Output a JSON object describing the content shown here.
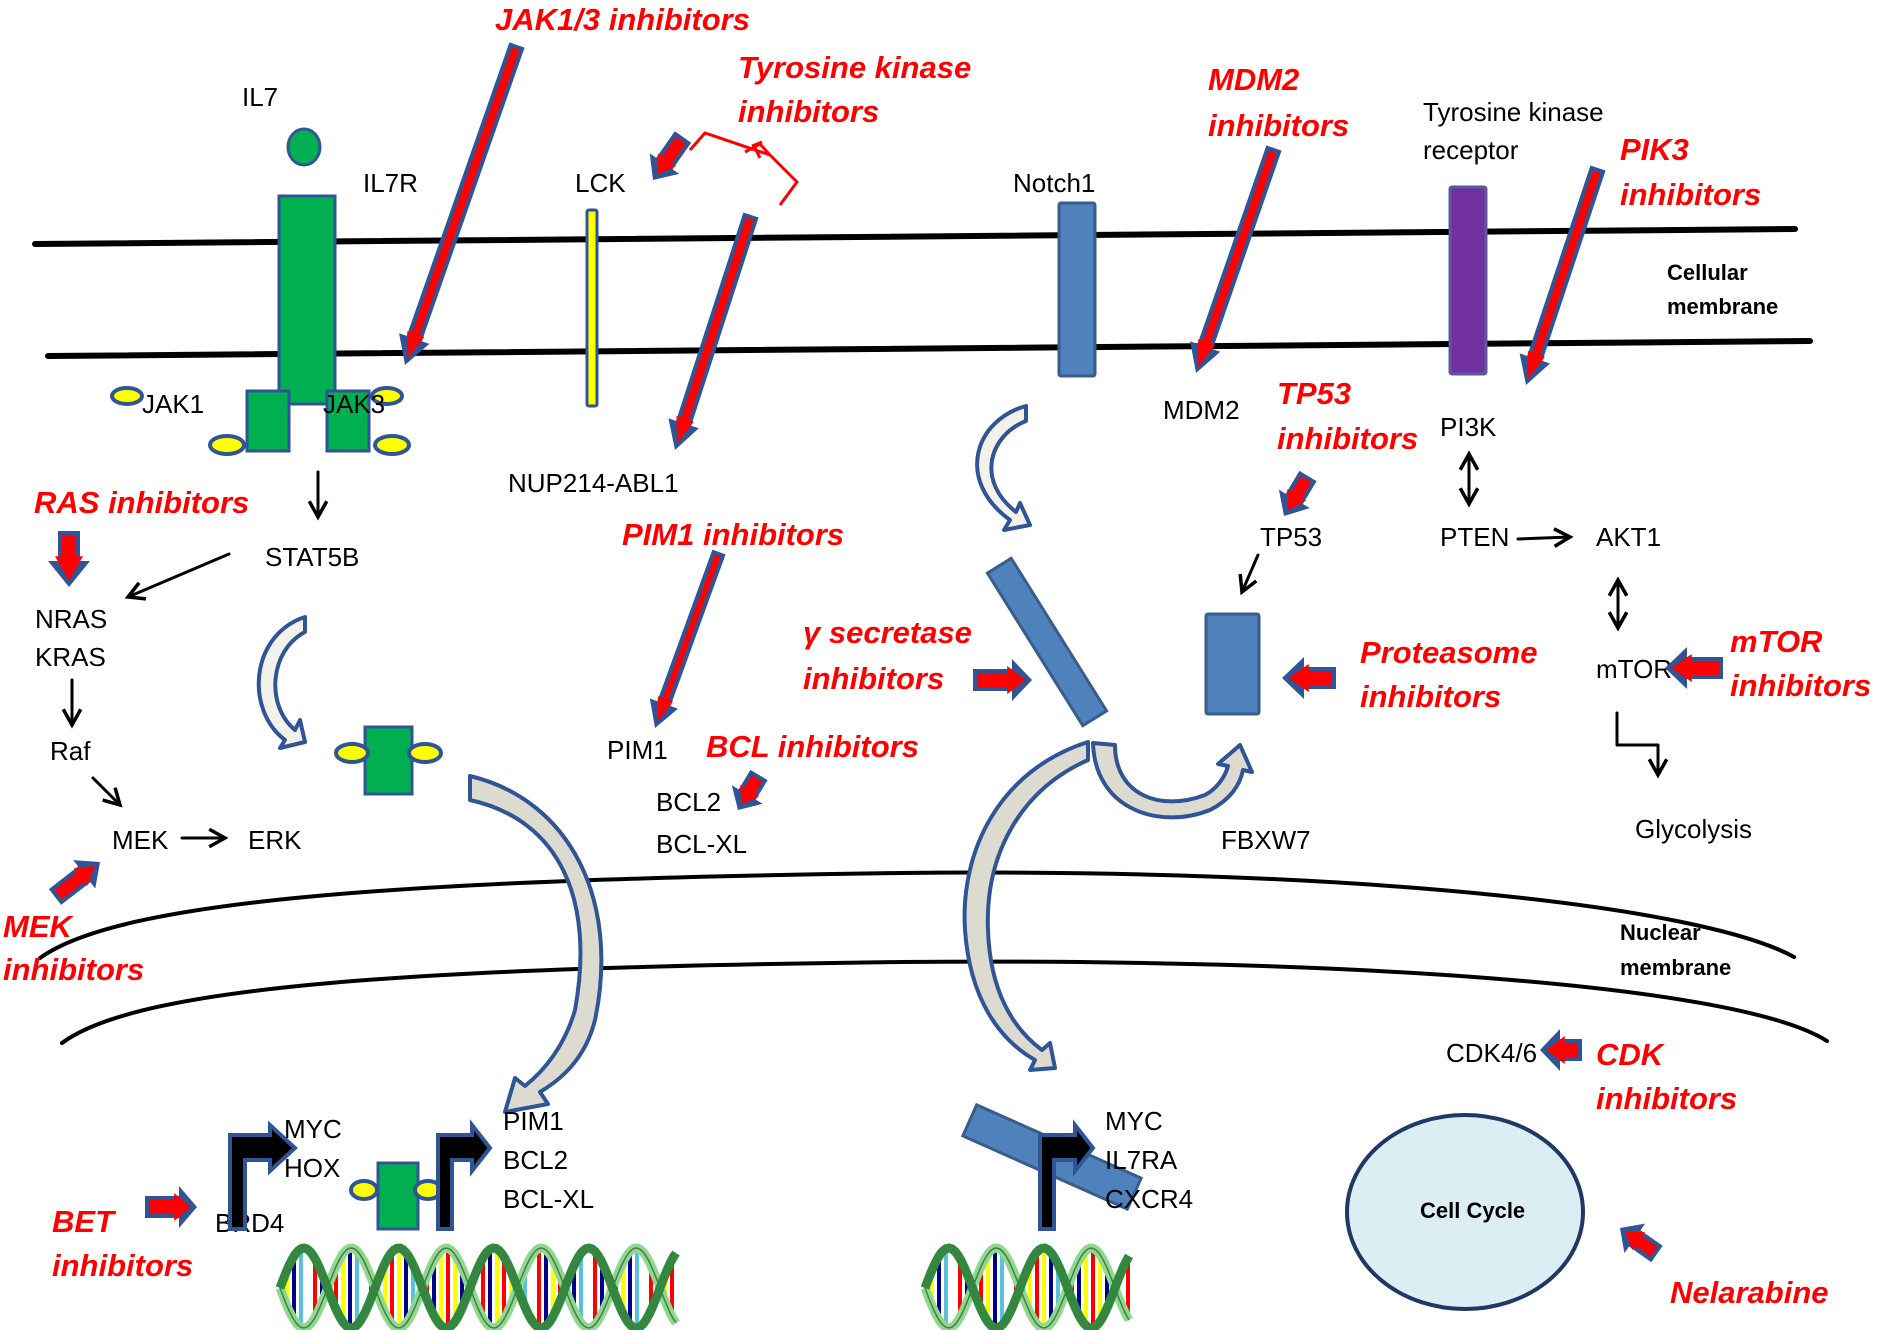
{
  "figure": {
    "title": "T-ALL signaling pathways and targeted inhibitors",
    "compartments": {
      "cellular_membrane_line1": "Cellular",
      "cellular_membrane_line2": "membrane",
      "nuclear_membrane_line1": "Nuclear",
      "nuclear_membrane_line2": "membrane"
    },
    "molecules": {
      "il7": "IL7",
      "il7r": "IL7R",
      "jak1": "JAK1",
      "jak3": "JAK3",
      "lck": "LCK",
      "nup214_abl1": "NUP214-ABL1",
      "notch1": "Notch1",
      "mdm2": "MDM2",
      "rtk_line1": "Tyrosine kinase",
      "rtk_line2": "receptor",
      "pi3k": "PI3K",
      "stat5b": "STAT5B",
      "nras": "NRAS",
      "kras": "KRAS",
      "raf": "Raf",
      "mek": "MEK",
      "erk": "ERK",
      "pim1": "PIM1",
      "bcl2": "BCL2",
      "bclxl": "BCL-XL",
      "tp53": "TP53",
      "pten": "PTEN",
      "akt1": "AKT1",
      "mtor": "mTOR",
      "glycolysis": "Glycolysis",
      "fbxw7": "FBXW7",
      "cdk46": "CDK4/6",
      "cell_cycle": "Cell  Cycle",
      "brd4": "BRD4"
    },
    "target_genes": {
      "promoter1": [
        "MYC",
        "HOX"
      ],
      "promoter2": [
        "PIM1",
        "BCL2",
        "BCL-XL"
      ],
      "promoter3": [
        "MYC",
        "IL7RA",
        "CXCR4"
      ]
    },
    "inhibitors": {
      "jak": "JAK1/3 inhibitors",
      "tki_line1": "Tyrosine  kinase",
      "tki_line2": "inhibitors",
      "mdm2_line1": "MDM2",
      "mdm2_line2": "inhibitors",
      "pik3_line1": "PIK3",
      "pik3_line2": "inhibitors",
      "ras": "RAS inhibitors",
      "pim1": "PIM1 inhibitors",
      "tp53_line1": "TP53",
      "tp53_line2": "inhibitors",
      "gamma_line1": "γ secretase",
      "gamma_line2": "inhibitors",
      "bcl": "BCL inhibitors",
      "proteasome_line1": "Proteasome",
      "proteasome_line2": "inhibitors",
      "mtor_line1": "mTOR",
      "mtor_line2": "inhibitors",
      "mek_line1": "MEK",
      "mek_line2": "inhibitors",
      "cdk_line1": "CDK",
      "cdk_line2": "inhibitors",
      "bet_line1": "BET",
      "bet_line2": "inhibitors",
      "nelarabine": "Nelarabine"
    },
    "colors": {
      "inhibitor_text": "#ff0000",
      "inhibitor_arrow_fill": "#ff0000",
      "inhibitor_arrow_outline": "#2f5597",
      "il7_receptor": "#00b050",
      "jak_ellipse": "#ffff00",
      "notch_box": "#4f81bd",
      "rtk_box": "#7030a0",
      "cell_cycle_fill": "#dbeef4"
    }
  }
}
